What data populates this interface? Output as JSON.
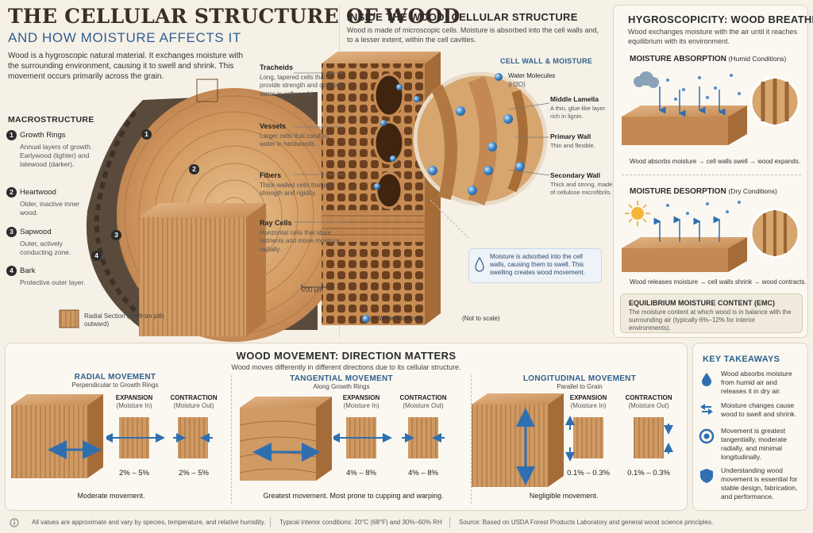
{
  "header": {
    "title": "THE CELLULAR STRUCTURE OF WOOD",
    "subtitle": "AND HOW MOISTURE AFFECTS IT",
    "intro": "Wood is a hygroscopic natural material. It exchanges moisture with the surrounding environment, causing it to swell and shrink. This movement occurs primarily across the grain."
  },
  "macro": {
    "heading": "MACROSTRUCTURE",
    "items": [
      {
        "num": "1",
        "title": "Growth Rings",
        "desc": "Annual layers of growth. Earlywood (lighter) and latewood (darker)."
      },
      {
        "num": "2",
        "title": "Heartwood",
        "desc": "Older, inactive inner wood."
      },
      {
        "num": "3",
        "title": "Sapwood",
        "desc": "Outer, actively conducting zone."
      },
      {
        "num": "4",
        "title": "Bark",
        "desc": "Protective outer layer."
      }
    ],
    "log_markers": [
      "1",
      "2",
      "3",
      "4"
    ],
    "radial_section": "Radial Section (cut from pith outward)"
  },
  "cellular": {
    "title": "INSIDE THE WOOD: CELLULAR STRUCTURE",
    "subtitle": "Wood is made of microscopic cells. Moisture is absorbed into the cell walls and, to a lesser extent, within the cell cavities.",
    "labels": [
      {
        "title": "Tracheids",
        "desc": "Long, tapered cells that provide strength and conduct water in softwoods."
      },
      {
        "title": "Vessels",
        "desc": "Larger cells that conduct water in hardwoods."
      },
      {
        "title": "Fibers",
        "desc": "Thick-walled cells that add strength and rigidity."
      },
      {
        "title": "Ray Cells",
        "desc": "Horizontal cells that store nutrients and move moisture radially."
      }
    ],
    "scale_bar": "200 µm",
    "legend": "= Water Molecule",
    "not_to_scale": "(Not to scale)",
    "wall": {
      "title": "CELL WALL & MOISTURE",
      "water": "Water Molecules",
      "water_formula": "(H2O)",
      "layers": [
        {
          "title": "Middle Lamella",
          "desc": "A thin, glue-like layer rich in lignin."
        },
        {
          "title": "Primary Wall",
          "desc": "Thin and flexible."
        },
        {
          "title": "Secondary Wall",
          "desc": "Thick and strong, made of cellulose microfibrils."
        }
      ],
      "note": "Moisture is adsorbed into the cell walls, causing them to swell. This swelling creates wood movement."
    }
  },
  "hygro": {
    "title": "HYGROSCOPICITY: WOOD BREATHES",
    "subtitle": "Wood exchanges moisture with the air until it reaches equilibrium with its environment.",
    "absorption": {
      "head": "MOISTURE ABSORPTION",
      "cond": "(Humid Conditions)",
      "caption": "Wood absorbs moisture → cell walls swell → wood expands."
    },
    "desorption": {
      "head": "MOISTURE DESORPTION",
      "cond": "(Dry Conditions)",
      "caption": "Wood releases moisture → cell walls shrink → wood contracts."
    },
    "emc": {
      "head": "EQUILIBRIUM MOISTURE CONTENT (EMC)",
      "desc": "The moisture content at which wood is in balance with the surrounding air (typically 6%–12% for interior environments)."
    }
  },
  "movement": {
    "title": "WOOD MOVEMENT: DIRECTION MATTERS",
    "subtitle": "Wood moves differently in different directions due to its cellular structure.",
    "expansion": "EXPANSION",
    "expansion_sub": "(Moisture In)",
    "contraction": "CONTRACTION",
    "contraction_sub": "(Moisture Out)",
    "groups": [
      {
        "title": "RADIAL MOVEMENT",
        "sub": "Perpendicular to Growth Rings",
        "exp": "2% – 5%",
        "con": "2% – 5%",
        "note": "Moderate movement."
      },
      {
        "title": "TANGENTIAL MOVEMENT",
        "sub": "Along Growth Rings",
        "exp": "4% – 8%",
        "con": "4% – 8%",
        "note": "Greatest movement. Most prone to cupping and warping."
      },
      {
        "title": "LONGITUDINAL MOVEMENT",
        "sub": "Parallel to Grain",
        "exp": "0.1% – 0.3%",
        "con": "0.1% – 0.3%",
        "note": "Negligible movement."
      }
    ]
  },
  "takeaways": {
    "title": "KEY TAKEAWAYS",
    "items": [
      "Wood absorbs moisture from humid air and releases it in dry air.",
      "Moisture changes cause wood to swell and shrink.",
      "Movement is greatest tangentially, moderate radially, and minimal longitudinally.",
      "Understanding wood movement is essential for stable design, fabrication, and performance."
    ]
  },
  "footer": {
    "f1": "All values are approximate and vary by species, temperature, and relative humidity.",
    "f2": "Typical interior conditions: 20°C (68°F) and 30%–60% RH",
    "f3": "Source: Based on USDA Forest Products Laboratory and general wood science principles."
  },
  "colors": {
    "accent": "#2f5f8f",
    "wood": "#c98f55",
    "wood_dark": "#8a5a2f",
    "water": "#4a8fcf",
    "bark": "#5a4a3c"
  }
}
